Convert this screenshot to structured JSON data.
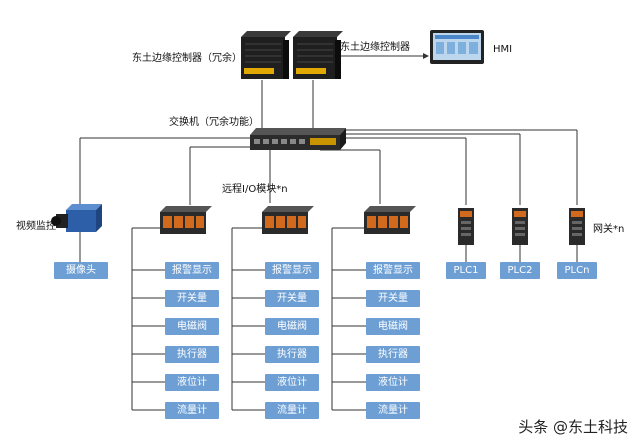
{
  "labels": {
    "edge_controller_redundant": "东土边缘控制器（冗余）",
    "edge_controller": "东土边缘控制器",
    "hmi": "HMI",
    "switch": "交换机（冗余功能）",
    "remote_io": "远程I/O模块*n",
    "video": "视频监控",
    "gateway": "网关*n"
  },
  "camera_button": "摄像头",
  "io_groups": [
    {
      "items": [
        "报警显示",
        "开关量",
        "电磁阀",
        "执行器",
        "液位计",
        "流量计"
      ]
    },
    {
      "items": [
        "报警显示",
        "开关量",
        "电磁阀",
        "执行器",
        "液位计",
        "流量计"
      ]
    },
    {
      "items": [
        "报警显示",
        "开关量",
        "电磁阀",
        "执行器",
        "液位计",
        "流量计"
      ]
    }
  ],
  "plcs": [
    "PLC1",
    "PLC2",
    "PLCn"
  ],
  "watermark": "头条 @东土科技",
  "colors": {
    "node": "#6d9fd4",
    "line": "#333333"
  }
}
